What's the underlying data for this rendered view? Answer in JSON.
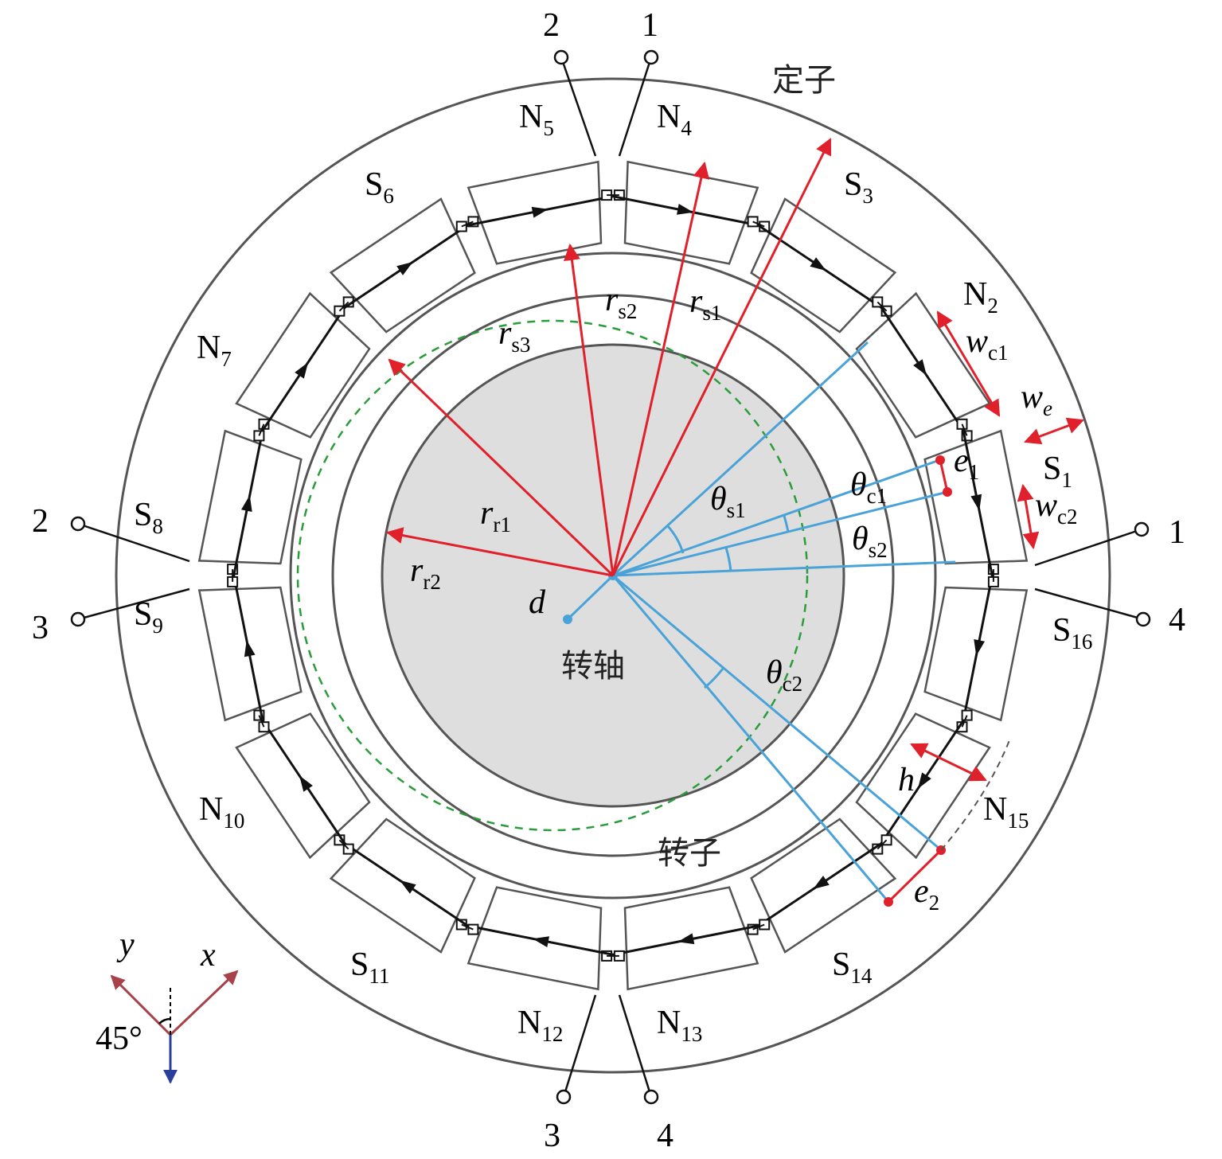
{
  "colors": {
    "outline": "#555555",
    "coil": "#111111",
    "radius_arrow": "#e0202a",
    "angle_line": "#4aa3d8",
    "shaft_fill": "#dedede",
    "dashed_circle": "#2a9d3a",
    "axis_xy": "#a8424a",
    "axis_down": "#2a3f9a"
  },
  "region_labels": {
    "stator": "定子",
    "rotor": "转子",
    "shaft": "转轴"
  },
  "terminals": {
    "t1": "1",
    "t2": "2",
    "t3": "3",
    "t4": "4"
  },
  "poles": [
    {
      "letter": "S",
      "num": "1"
    },
    {
      "letter": "N",
      "num": "2"
    },
    {
      "letter": "S",
      "num": "3"
    },
    {
      "letter": "N",
      "num": "4"
    },
    {
      "letter": "N",
      "num": "5"
    },
    {
      "letter": "S",
      "num": "6"
    },
    {
      "letter": "N",
      "num": "7"
    },
    {
      "letter": "S",
      "num": "8"
    },
    {
      "letter": "S",
      "num": "9"
    },
    {
      "letter": "N",
      "num": "10"
    },
    {
      "letter": "S",
      "num": "11"
    },
    {
      "letter": "N",
      "num": "12"
    },
    {
      "letter": "N",
      "num": "13"
    },
    {
      "letter": "S",
      "num": "14"
    },
    {
      "letter": "N",
      "num": "15"
    },
    {
      "letter": "S",
      "num": "16"
    }
  ],
  "dimensions": {
    "rs1": {
      "base": "r",
      "sub": "s1"
    },
    "rs2": {
      "base": "r",
      "sub": "s2"
    },
    "rs3": {
      "base": "r",
      "sub": "s3"
    },
    "rr1": {
      "base": "r",
      "sub": "r1"
    },
    "rr2": {
      "base": "r",
      "sub": "r2"
    },
    "wc1": {
      "base": "w",
      "sub": "c1"
    },
    "wc2": {
      "base": "w",
      "sub": "c2"
    },
    "we": {
      "base": "w",
      "sub": "e"
    },
    "e1": {
      "base": "e",
      "sub": "1"
    },
    "e2": {
      "base": "e",
      "sub": "2"
    },
    "h": {
      "base": "h"
    },
    "d": {
      "base": "d"
    },
    "thetas1": {
      "base": "θ",
      "sub": "s1"
    },
    "thetas2": {
      "base": "θ",
      "sub": "s2"
    },
    "thetac1": {
      "base": "θ",
      "sub": "c1"
    },
    "thetac2": {
      "base": "θ",
      "sub": "c2"
    }
  },
  "axes": {
    "x": "x",
    "y": "y",
    "angle": "45°"
  }
}
